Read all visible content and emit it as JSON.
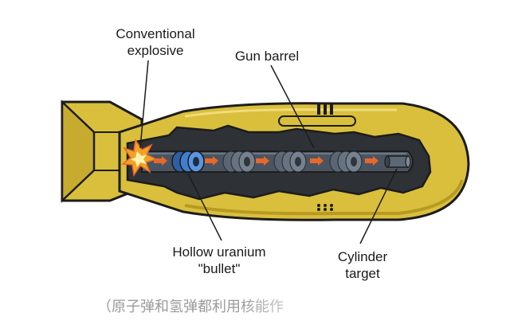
{
  "diagram": {
    "labels": {
      "conventional_explosive": [
        "Conventional",
        "explosive"
      ],
      "gun_barrel": "Gun barrel",
      "hollow_uranium_bullet": [
        "Hollow uranium",
        "\"bullet\""
      ],
      "cylinder_target": [
        "Cylinder",
        "target"
      ]
    },
    "caption": "（原子弹和氢弹都利用核能作"
  },
  "colors": {
    "casing": "#d9bf3c",
    "casing_dark": "#b89a22",
    "inner_dark": "#2e3236",
    "barrel": "#4a5561",
    "arrow": "#e8672a",
    "explosion": "#f2a324",
    "bullet_blue": "#3f7fd0"
  }
}
